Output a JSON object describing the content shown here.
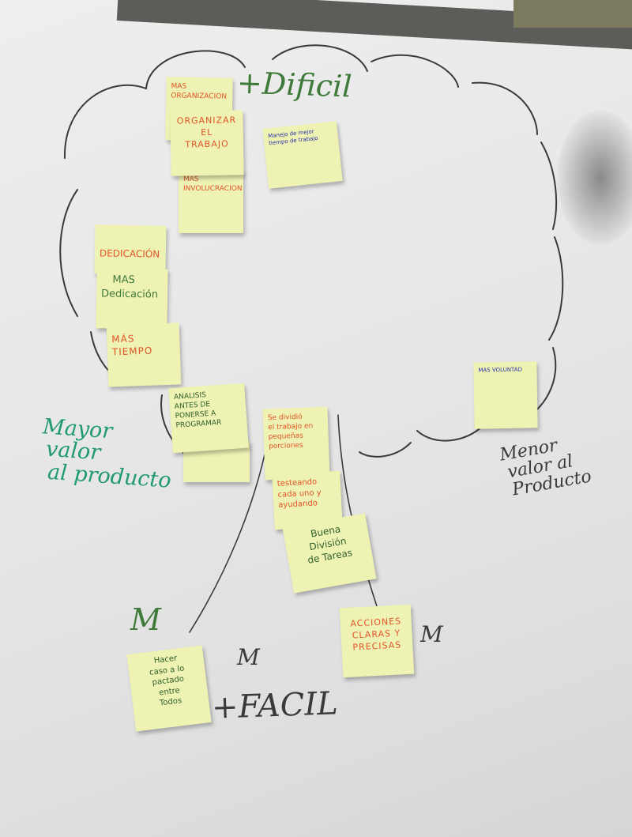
{
  "board": {
    "top_label": "+Dificil",
    "bottom_label": "+FACIL",
    "left_label": [
      "Mayor",
      "valor",
      "al producto"
    ],
    "right_label": [
      "Menor",
      "valor al",
      "Producto"
    ],
    "tally_marks": [
      "M",
      "M",
      "M"
    ]
  },
  "notes": {
    "organizacion": [
      "MAS",
      "ORGANIZACION"
    ],
    "organizar": [
      "ORGANIZAR",
      "EL",
      "TRABAJO"
    ],
    "involucracion": [
      "MAS",
      "INVOLUCRACION"
    ],
    "tiempo_blue": [
      "Manejo de mejor",
      "tiempo de trabajo"
    ],
    "dedicacion": [
      "DEDICACIÓN"
    ],
    "mas_dedicacion": [
      "MAS",
      "Dedicación"
    ],
    "mas_tiempo": [
      "MÁS",
      "TIEMPO"
    ],
    "analisis": [
      "ANALISIS",
      "ANTES DE",
      "PONERSE A",
      "PROGRAMAR"
    ],
    "dividio": [
      "Se dividió",
      "el trabajo en",
      "pequeñas",
      "porciones"
    ],
    "testeando": [
      "testeando",
      "cada uno y",
      "ayudando"
    ],
    "division": [
      "Buena",
      "División",
      "de Tareas"
    ],
    "acciones": [
      "ACCIONES",
      "CLARAS Y",
      "PRECISAS"
    ],
    "hacer_caso": [
      "Hacer",
      "caso a lo",
      "pactado",
      "entre",
      "Todos"
    ],
    "voluntad": [
      "MAS VOLUNTAD"
    ]
  },
  "colors": {
    "orange_marker": "#e2552a",
    "green_marker": "#3f7a3a",
    "blue_marker": "#2a2fa8",
    "black_marker": "#3a3a3a",
    "sticky_note": "#eef2b3"
  }
}
